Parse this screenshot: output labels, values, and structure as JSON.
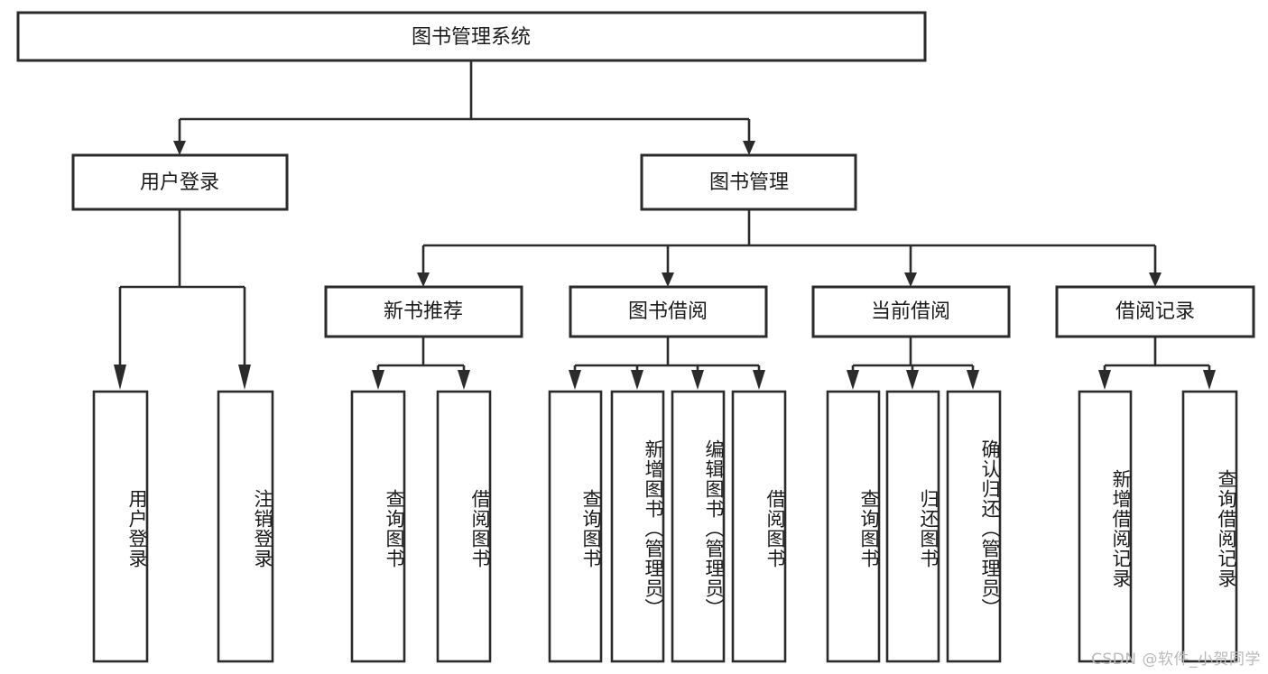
{
  "diagram": {
    "type": "tree-hierarchy",
    "title": "图书管理系统",
    "root": {
      "id": "root",
      "label": "图书管理系统",
      "level": 1
    },
    "level2": [
      {
        "id": "user-login",
        "label": "用户登录"
      },
      {
        "id": "book-manage",
        "label": "图书管理"
      }
    ],
    "level3": [
      {
        "id": "new-book-recommend",
        "label": "新书推荐",
        "parent": "book-manage"
      },
      {
        "id": "book-borrow",
        "label": "图书借阅",
        "parent": "book-manage"
      },
      {
        "id": "current-borrow",
        "label": "当前借阅",
        "parent": "book-manage"
      },
      {
        "id": "borrow-record",
        "label": "借阅记录",
        "parent": "book-manage"
      }
    ],
    "leaves": [
      {
        "id": "leaf-user-login",
        "label": "用户登录",
        "parent": "user-login"
      },
      {
        "id": "leaf-logout",
        "label": "注销登录",
        "parent": "user-login"
      },
      {
        "id": "leaf-query-book-1",
        "label": "查询图书",
        "parent": "new-book-recommend"
      },
      {
        "id": "leaf-borrow-book-1",
        "label": "借阅图书",
        "parent": "new-book-recommend"
      },
      {
        "id": "leaf-query-book-2",
        "label": "查询图书",
        "parent": "book-borrow"
      },
      {
        "id": "leaf-add-book",
        "label": "新增图书（管理员）",
        "parent": "book-borrow"
      },
      {
        "id": "leaf-edit-book",
        "label": "编辑图书（管理员）",
        "parent": "book-borrow"
      },
      {
        "id": "leaf-borrow-book-2",
        "label": "借阅图书",
        "parent": "book-borrow"
      },
      {
        "id": "leaf-query-book-3",
        "label": "查询图书",
        "parent": "current-borrow"
      },
      {
        "id": "leaf-return-book",
        "label": "归还图书",
        "parent": "current-borrow"
      },
      {
        "id": "leaf-confirm-return",
        "label": "确认归还（管理员）",
        "parent": "current-borrow"
      },
      {
        "id": "leaf-add-record",
        "label": "新增借阅记录",
        "parent": "borrow-record"
      },
      {
        "id": "leaf-query-record",
        "label": "查询借阅记录",
        "parent": "borrow-record"
      }
    ],
    "colors": {
      "stroke": "#2b2b2b",
      "fill": "#ffffff",
      "text": "#1b1b1b",
      "watermark": "#b9b9b9"
    }
  },
  "watermark": {
    "text": "CSDN @软件_小贺同学"
  }
}
